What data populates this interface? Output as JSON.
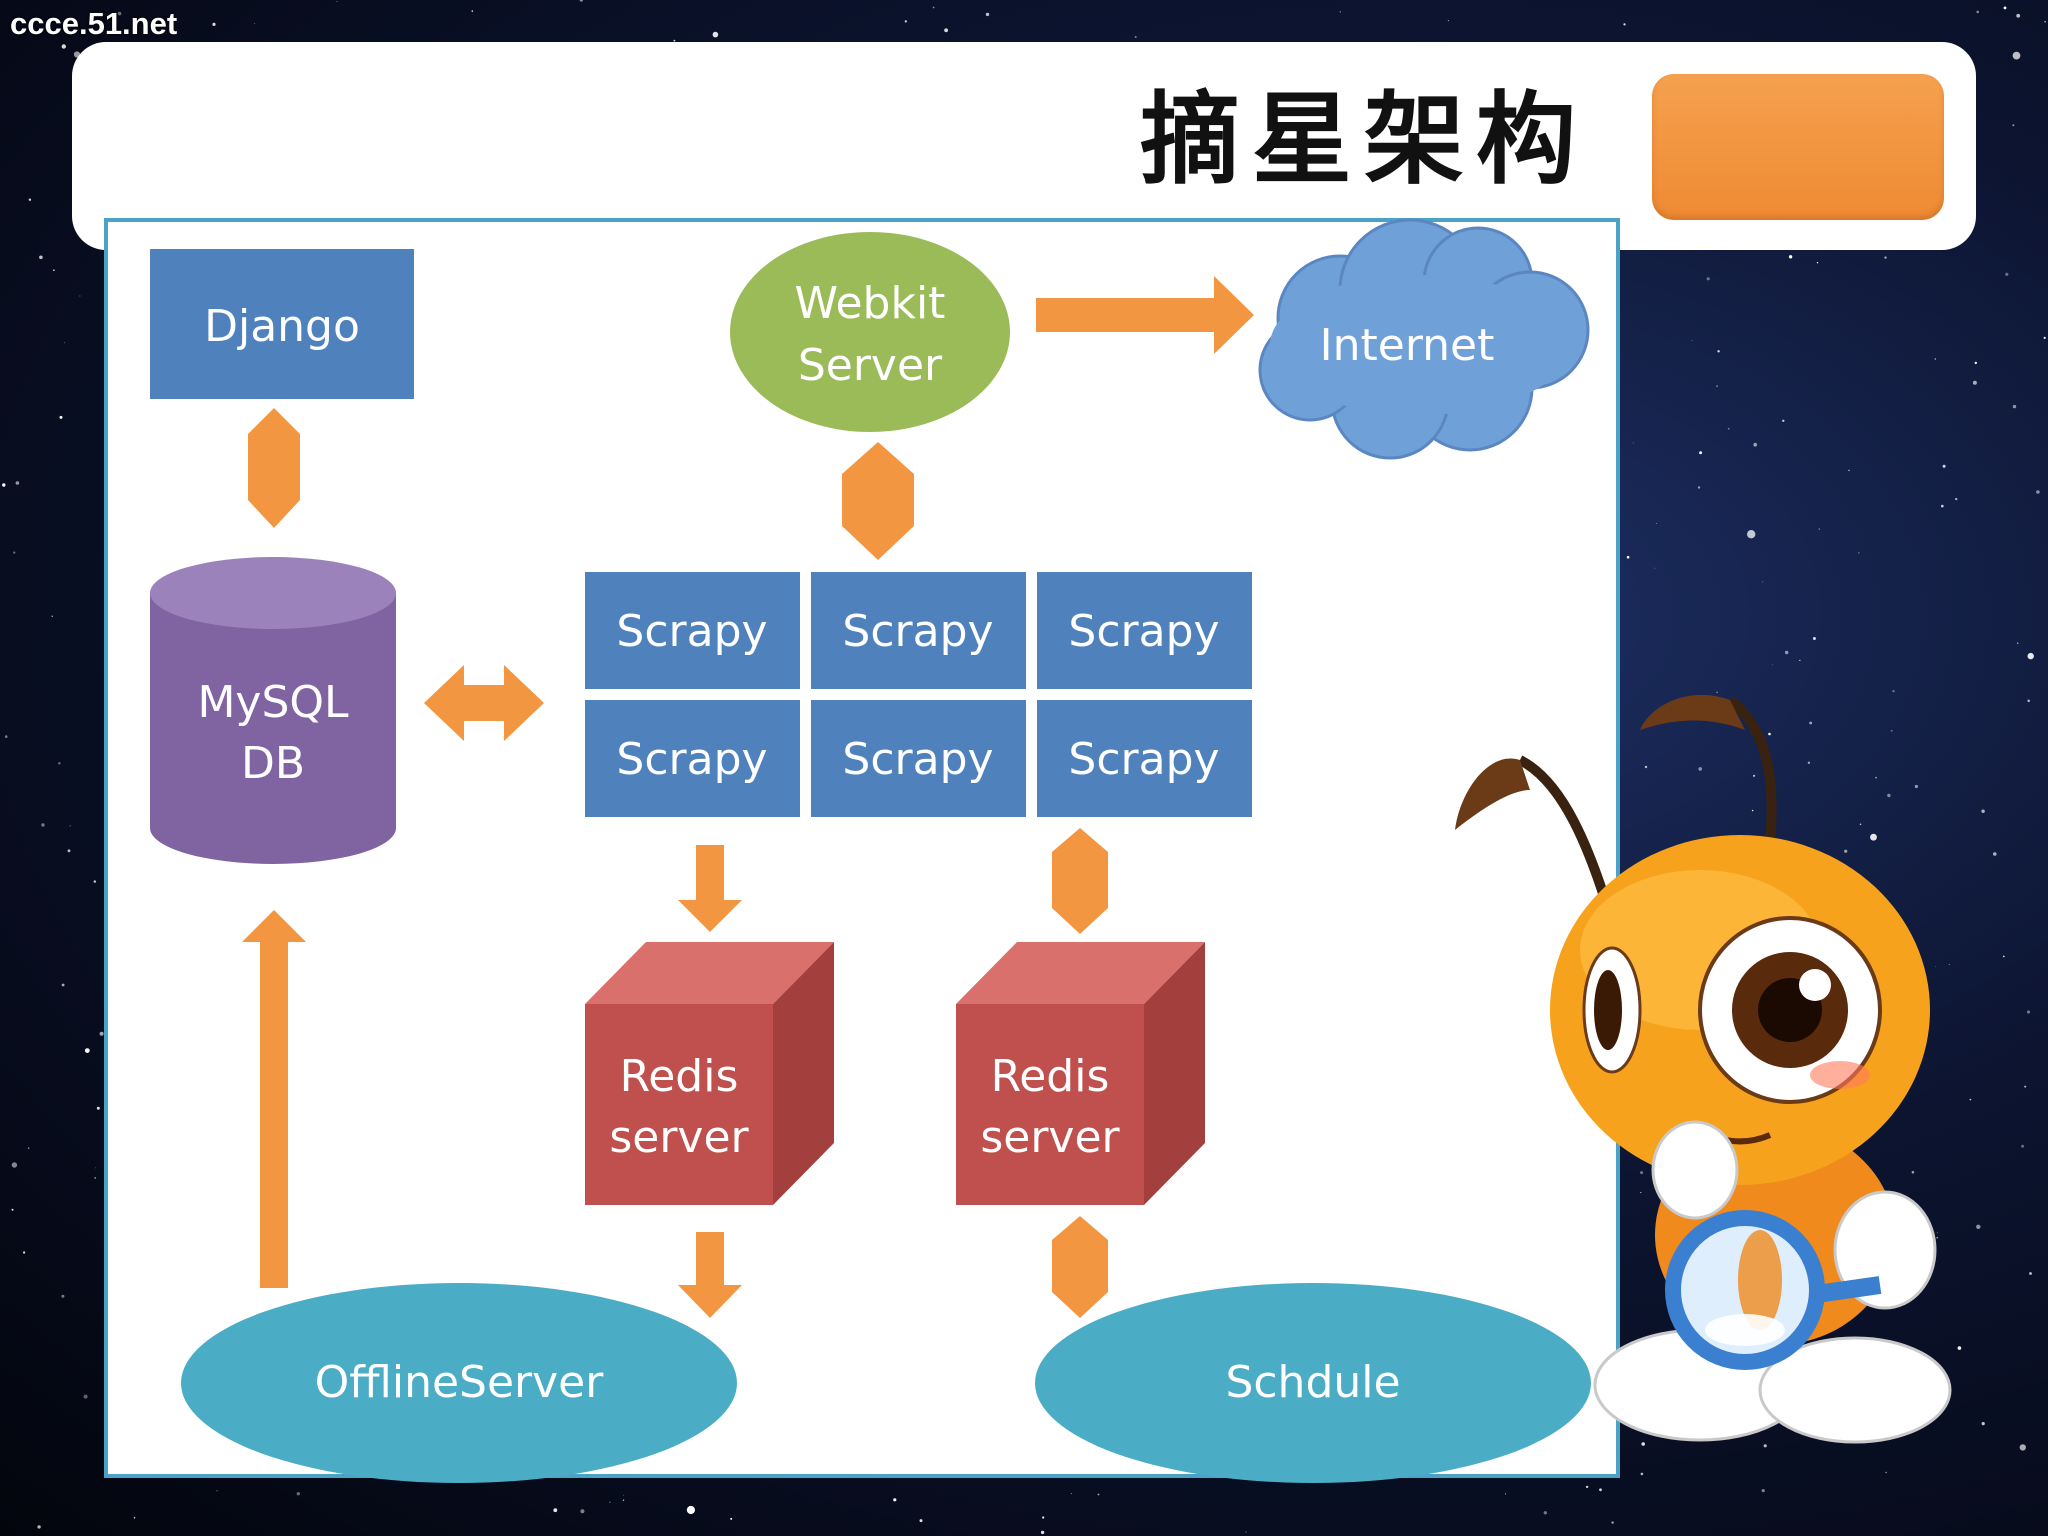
{
  "watermark": "ccce.51.net",
  "title": "摘星架构",
  "colors": {
    "accent_orange": "#f39642",
    "blue_box": "#4f81bd",
    "green_ellipse": "#9bbb59",
    "purple_db": "#8064a2",
    "red_cube": "#c0504d",
    "teal_ellipse": "#4bacc6",
    "panel_border": "#4aa3c7"
  },
  "nodes": {
    "django": "Django",
    "webkit": [
      "Webkit",
      "Server"
    ],
    "internet": "Internet",
    "mysql": [
      "MySQL",
      "DB"
    ],
    "scrapy": [
      "Scrapy",
      "Scrapy",
      "Scrapy",
      "Scrapy",
      "Scrapy",
      "Scrapy"
    ],
    "redis_left": [
      "Redis",
      "server"
    ],
    "redis_right": [
      "Redis",
      "server"
    ],
    "offline": "OfflineServer",
    "schedule": "Schdule"
  },
  "icons": {
    "mascot": "ant-mascot-with-magnifier-icon",
    "internet_shape": "cloud-icon",
    "mysql_shape": "database-cylinder-icon",
    "redis_shape": "cube-icon"
  }
}
